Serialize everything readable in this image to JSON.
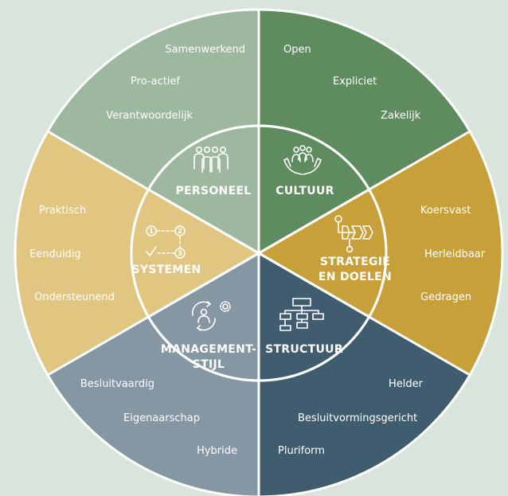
{
  "colors": {
    "background": "#d9e5dc",
    "personeel": "#9db89e",
    "cultuur": "#5e8c5e",
    "strategie": "#c8a03a",
    "structuur": "#3f5d6e",
    "managementstijl": "#8497a2",
    "systemen": "#e1c681"
  },
  "segments": {
    "personeel": {
      "icon": "people-group-icon",
      "title_lines": [
        "PERSONEEL"
      ],
      "words": [
        "Samenwerkend",
        "Pro-actief",
        "Verantwoordelijk"
      ]
    },
    "cultuur": {
      "icon": "hands-people-icon",
      "title_lines": [
        "CULTUUR"
      ],
      "words": [
        "Open",
        "Expliciet",
        "Zakelijk"
      ]
    },
    "strategie": {
      "icon": "strategy-path-icon",
      "title_lines": [
        "STRATEGIE",
        "EN DOELEN"
      ],
      "words": [
        "Koersvast",
        "Herleidbaar",
        "Gedragen"
      ]
    },
    "structuur": {
      "icon": "org-chart-icon",
      "title_lines": [
        "STRUCTUUR"
      ],
      "words": [
        "Helder",
        "Besluitvormingsgericht",
        "Pluriform"
      ]
    },
    "managementstijl": {
      "icon": "manager-cycle-icon",
      "title_lines": [
        "MANAGEMENT-",
        "STIJL"
      ],
      "words": [
        "Besluitvaardig",
        "Eigenaarschap",
        "Hybride"
      ]
    },
    "systemen": {
      "icon": "process-steps-icon",
      "title_lines": [
        "SYSTEMEN"
      ],
      "words": [
        "Praktisch",
        "Eenduidig",
        "Ondersteunend"
      ]
    }
  },
  "icon_labels": {
    "step1": "1",
    "step2": "2",
    "step3": "3"
  }
}
